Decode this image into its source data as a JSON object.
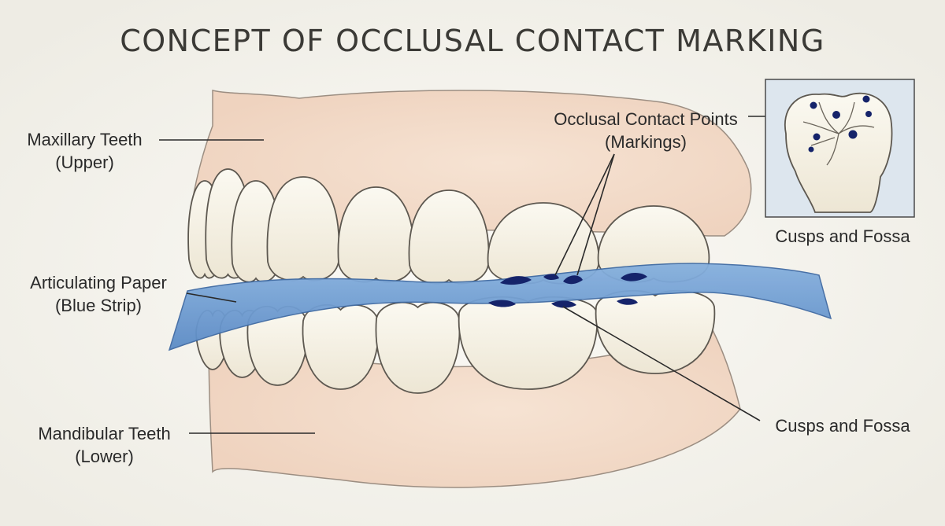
{
  "title": "CONCEPT OF OCCLUSAL CONTACT MARKING",
  "labels": {
    "maxillary": {
      "line1": "Maxillary Teeth",
      "line2": "(Upper)"
    },
    "paper": {
      "line1": "Articulating Paper",
      "line2": "(Blue Strip)"
    },
    "mandibular": {
      "line1": "Mandibular Teeth",
      "line2": "(Lower)"
    },
    "contact_points": {
      "line1": "Occlusal Contact Points",
      "line2": "(Markings)"
    },
    "cusps_fossa": "Cusps and Fossa",
    "inset_caption": "Cusps and Fossa"
  },
  "colors": {
    "background": "#f4f2ec",
    "gum": "#f1d9c6",
    "tooth": "#f7f3e7",
    "tooth_outline": "#5d5850",
    "paper": "#6f9cd2",
    "marking": "#15236a",
    "leader_line": "#2a2a2a"
  }
}
